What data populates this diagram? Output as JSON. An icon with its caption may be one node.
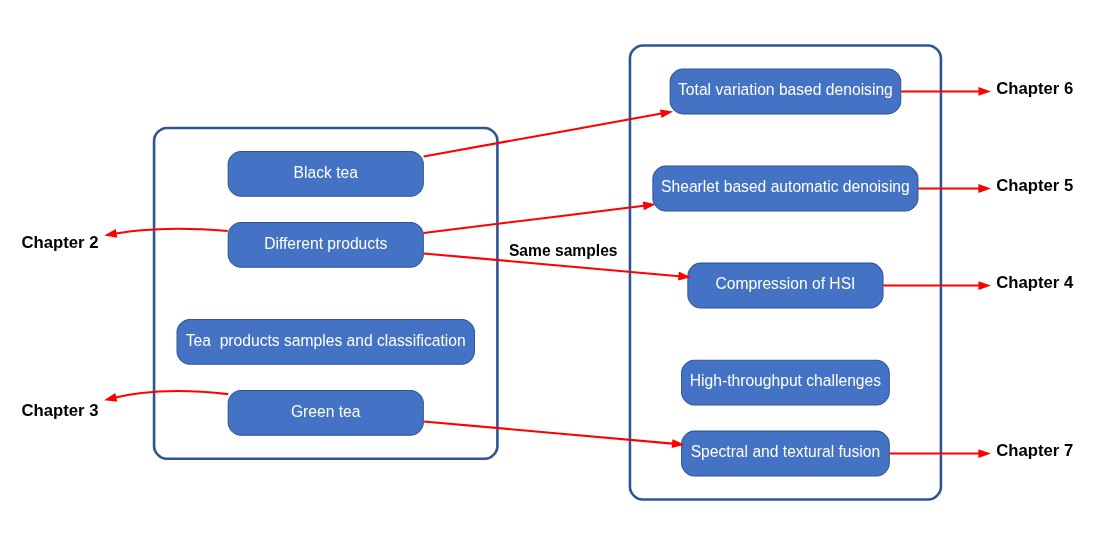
{
  "diagram": {
    "nodes": [
      {
        "text": [],
        "shape": "box"
      },
      {
        "text": [
          "Tea  products samples and classification"
        ],
        "in": 0
      },
      {
        "text": [
          "Different products"
        ],
        "in": 0
      },
      {
        "text": [
          "Green tea"
        ],
        "in": 0
      },
      {
        "text": [
          "Black tea"
        ],
        "in": 0
      },
      {
        "text": [],
        "shape": "box"
      },
      {
        "text": [
          "High-throughput challenges"
        ],
        "in": 5
      },
      {
        "text": [
          "Compression of HSI"
        ],
        "in": 5
      },
      {
        "text": [
          "Shearlet based automatic denoising"
        ],
        "in": 5
      },
      {
        "text": [
          "Total variation based denoising"
        ],
        "in": 5
      },
      {
        "text": [
          "Spectral and textural fusion"
        ],
        "in": 5
      },
      {
        "text": [
          "Chapter 2"
        ]
      },
      {
        "text": [
          "Chapter 3"
        ]
      },
      {
        "text": [
          "Chapter 4"
        ]
      },
      {
        "text": [
          "Chapter 5"
        ]
      },
      {
        "text": [
          "Chapter 6"
        ]
      },
      {
        "text": [
          "Chapter 7"
        ]
      }
    ],
    "edges": [
      {
        "from": 2,
        "to": 11,
        "arrow": "to"
      },
      {
        "from": 3,
        "to": 12,
        "arrow": "to"
      },
      {
        "from": 2,
        "to": 7,
        "arrow": "to",
        "label": "Same samples"
      },
      {
        "from": 2,
        "to": 8,
        "arrow": "to"
      },
      {
        "from": 3,
        "to": 10,
        "arrow": "to"
      },
      {
        "from": 4,
        "to": 9,
        "arrow": "to"
      },
      {
        "from": 7,
        "to": 13,
        "arrow": "to"
      },
      {
        "from": 8,
        "to": 14,
        "arrow": "to"
      },
      {
        "from": 9,
        "to": 15,
        "arrow": "to"
      },
      {
        "from": 10,
        "to": 16,
        "arrow": "to"
      }
    ]
  }
}
